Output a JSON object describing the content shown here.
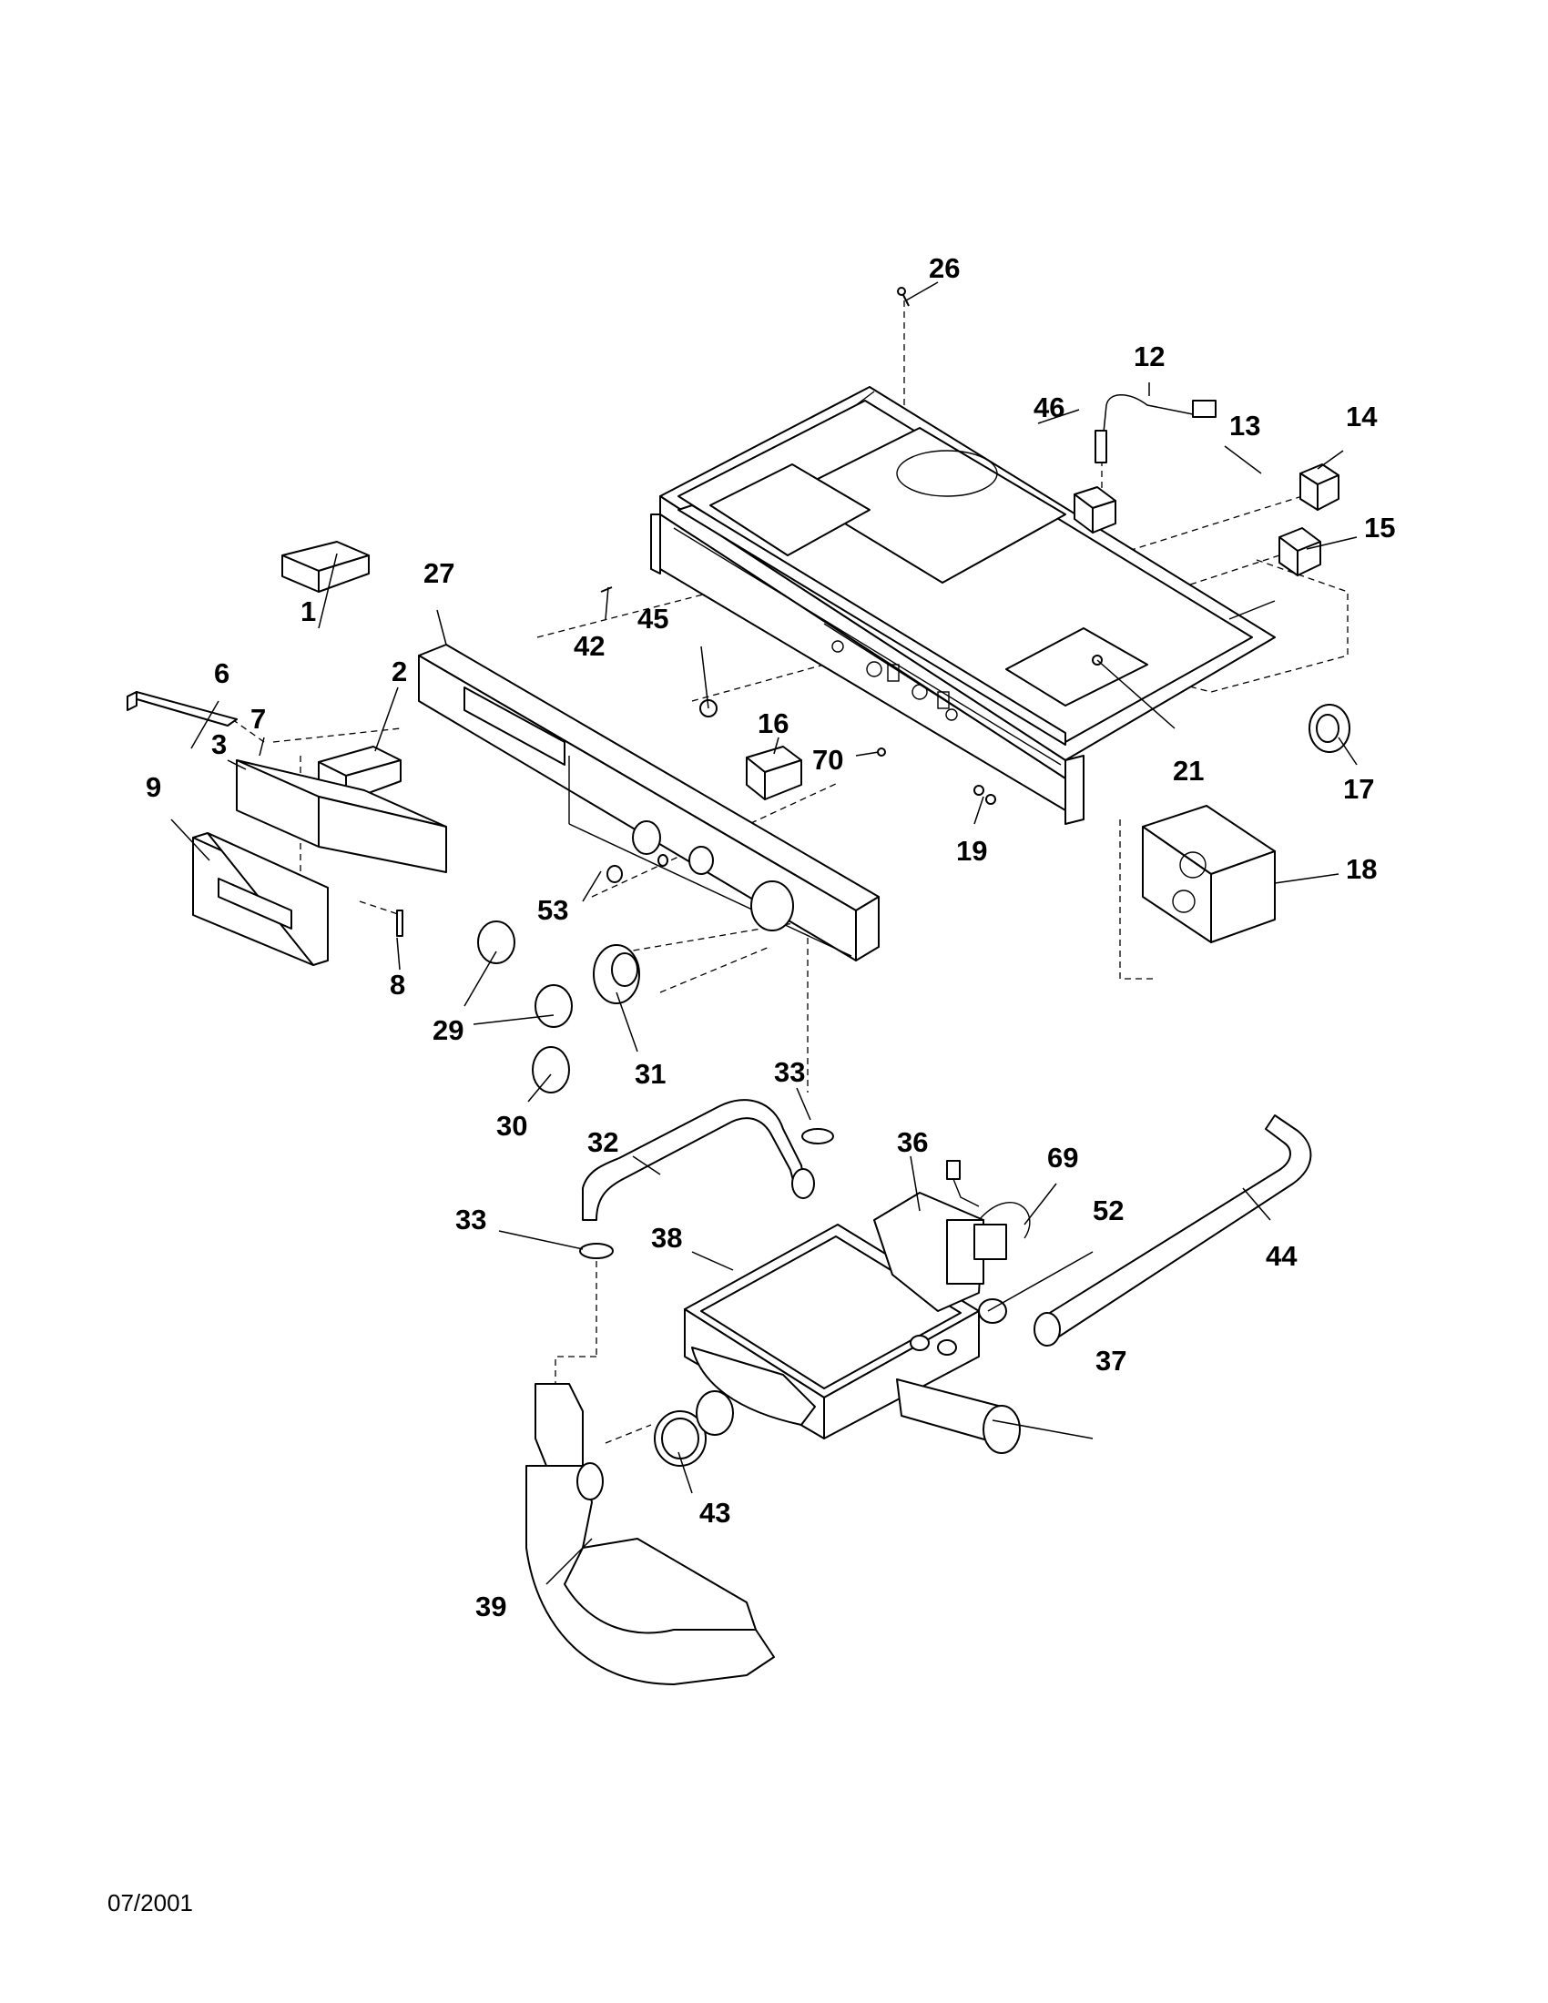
{
  "footer": {
    "date": "07/2001"
  },
  "labels": [
    {
      "id": "1",
      "text": "1"
    },
    {
      "id": "2",
      "text": "2"
    },
    {
      "id": "3",
      "text": "3"
    },
    {
      "id": "6",
      "text": "6"
    },
    {
      "id": "7",
      "text": "7"
    },
    {
      "id": "8",
      "text": "8"
    },
    {
      "id": "9",
      "text": "9"
    },
    {
      "id": "12",
      "text": "12"
    },
    {
      "id": "13",
      "text": "13"
    },
    {
      "id": "14",
      "text": "14"
    },
    {
      "id": "15",
      "text": "15"
    },
    {
      "id": "16",
      "text": "16"
    },
    {
      "id": "17",
      "text": "17"
    },
    {
      "id": "18",
      "text": "18"
    },
    {
      "id": "19",
      "text": "19"
    },
    {
      "id": "21",
      "text": "21"
    },
    {
      "id": "26",
      "text": "26"
    },
    {
      "id": "27",
      "text": "27"
    },
    {
      "id": "29",
      "text": "29"
    },
    {
      "id": "30",
      "text": "30"
    },
    {
      "id": "31",
      "text": "31"
    },
    {
      "id": "32",
      "text": "32"
    },
    {
      "id": "33a",
      "text": "33"
    },
    {
      "id": "33b",
      "text": "33"
    },
    {
      "id": "36",
      "text": "36"
    },
    {
      "id": "37",
      "text": "37"
    },
    {
      "id": "38",
      "text": "38"
    },
    {
      "id": "39",
      "text": "39"
    },
    {
      "id": "42",
      "text": "42"
    },
    {
      "id": "43",
      "text": "43"
    },
    {
      "id": "44",
      "text": "44"
    },
    {
      "id": "45",
      "text": "45"
    },
    {
      "id": "46",
      "text": "46"
    },
    {
      "id": "52",
      "text": "52"
    },
    {
      "id": "53",
      "text": "53"
    },
    {
      "id": "69",
      "text": "69"
    },
    {
      "id": "70",
      "text": "70"
    }
  ]
}
